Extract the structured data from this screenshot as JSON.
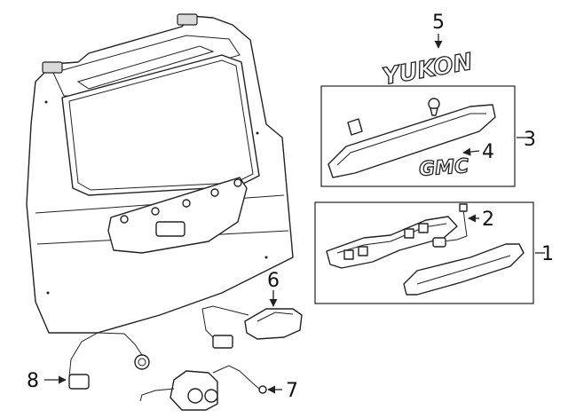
{
  "emblems": {
    "yukon": "YUKON",
    "gmc": "GMC"
  },
  "callouts": [
    {
      "id": "1",
      "label": "1"
    },
    {
      "id": "2",
      "label": "2"
    },
    {
      "id": "3",
      "label": "3"
    },
    {
      "id": "4",
      "label": "4"
    },
    {
      "id": "5",
      "label": "5"
    },
    {
      "id": "6",
      "label": "6"
    },
    {
      "id": "7",
      "label": "7"
    },
    {
      "id": "8",
      "label": "8"
    }
  ],
  "colors": {
    "line": "#222222",
    "background": "#ffffff",
    "shade": "#d9d9d9"
  }
}
